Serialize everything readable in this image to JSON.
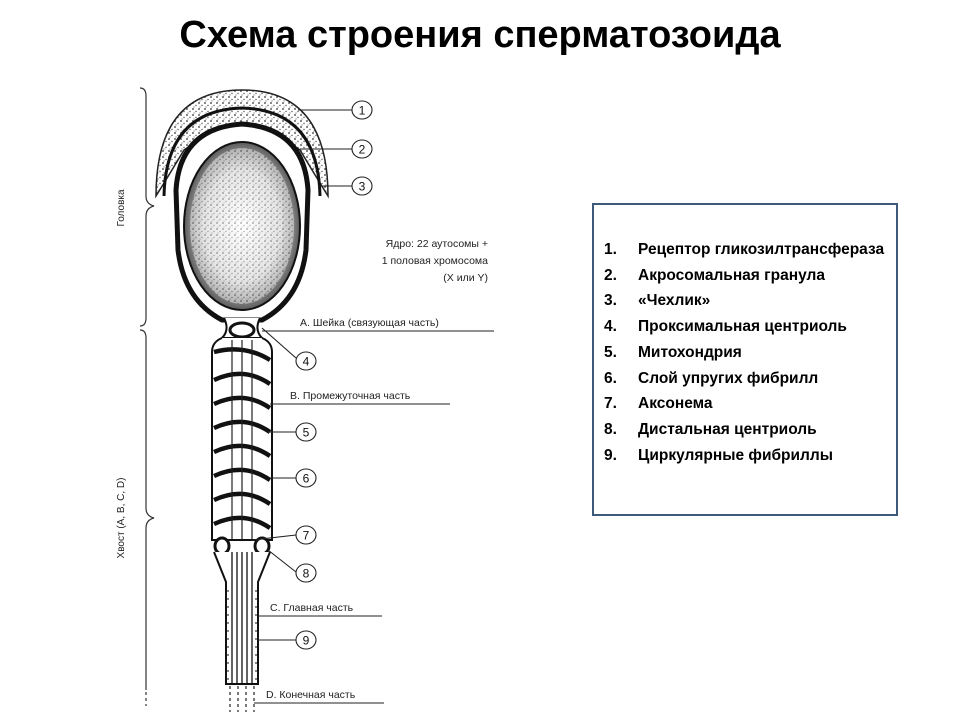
{
  "title": "Схема строения сперматозоида",
  "diagram": {
    "section_head": "Головка",
    "section_tail": "Хвост (A, B, C, D)",
    "nucleus_line1": "Ядро: 22 аутосомы +",
    "nucleus_line2": "1 половая хромосома",
    "nucleus_line3": "(X или Y)",
    "part_a": "A. Шейка (связующая часть)",
    "part_b": "B. Промежуточная часть",
    "part_c": "C. Главная часть",
    "part_d": "D. Конечная часть",
    "callouts": [
      "1",
      "2",
      "3",
      "4",
      "5",
      "6",
      "7",
      "8",
      "9"
    ]
  },
  "legend": [
    {
      "num": "1.",
      "text": "Рецептор гликозилтрансфераза"
    },
    {
      "num": "2.",
      "text": "Акросомальная гранула"
    },
    {
      "num": "3.",
      "text": "«Чехлик»"
    },
    {
      "num": "4.",
      "text": "Проксимальная центриоль"
    },
    {
      "num": "5.",
      "text": "Митохондрия"
    },
    {
      "num": "6.",
      "text": "Слой упругих фибрилл"
    },
    {
      "num": "7.",
      "text": "Аксонема"
    },
    {
      "num": "8.",
      "text": "Дистальная центриоль"
    },
    {
      "num": "9.",
      "text": "Циркулярные фибриллы"
    }
  ]
}
